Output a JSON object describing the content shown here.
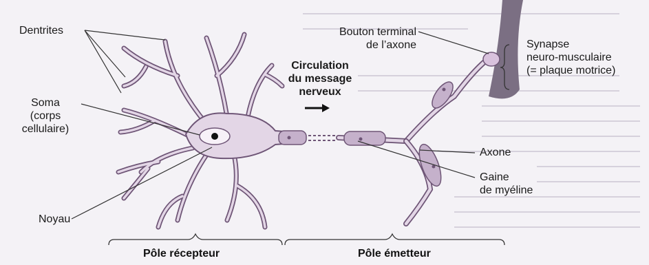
{
  "labels": {
    "dentrites": "Dentrites",
    "soma_line1": "Soma",
    "soma_line2": "(corps",
    "soma_line3": "cellulaire)",
    "noyau": "Noyau",
    "bouton_line1": "Bouton terminal",
    "bouton_line2": "de l’axone",
    "circulation_line1": "Circulation",
    "circulation_line2": "du message",
    "circulation_line3": "nerveux",
    "synapse_line1": "Synapse",
    "synapse_line2": "neuro-musculaire",
    "synapse_line3": "(= plaque motrice)",
    "axone": "Axone",
    "gaine_line1": "Gaine",
    "gaine_line2": "de myéline"
  },
  "poles": {
    "recepteur": "Pôle récepteur",
    "emetteur": "Pôle émetteur"
  },
  "colors": {
    "neuron_fill": "#e3d6e6",
    "neuron_stroke": "#6e5576",
    "muscle": "#7b6f83",
    "myelin": "#c5b1cb",
    "nucleus": "#111111",
    "leader": "#333333"
  }
}
